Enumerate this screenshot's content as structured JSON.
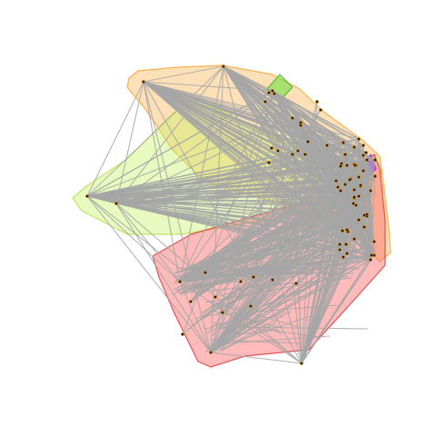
{
  "colors": {
    "background": "#ffffff",
    "edge": "#a6a6a6",
    "node": "#1a1a1a",
    "node_ring": "#e08a00"
  },
  "groups": [
    {
      "name": "orange-cluster",
      "fill": "#fdb14d",
      "stroke": "#f5a030",
      "opacity": 0.4
    },
    {
      "name": "yellow-green-cluster",
      "fill": "#c6f35a",
      "stroke": "#b5e040",
      "opacity": 0.38
    },
    {
      "name": "red-cluster",
      "fill": "#ff5a5a",
      "stroke": "#e03030",
      "opacity": 0.42
    },
    {
      "name": "green-cluster",
      "fill": "#55e02a",
      "stroke": "#3cb020",
      "opacity": 0.5
    },
    {
      "name": "purple-cluster",
      "fill": "#9a44ff",
      "stroke": "#7a30e0",
      "opacity": 0.65
    }
  ]
}
